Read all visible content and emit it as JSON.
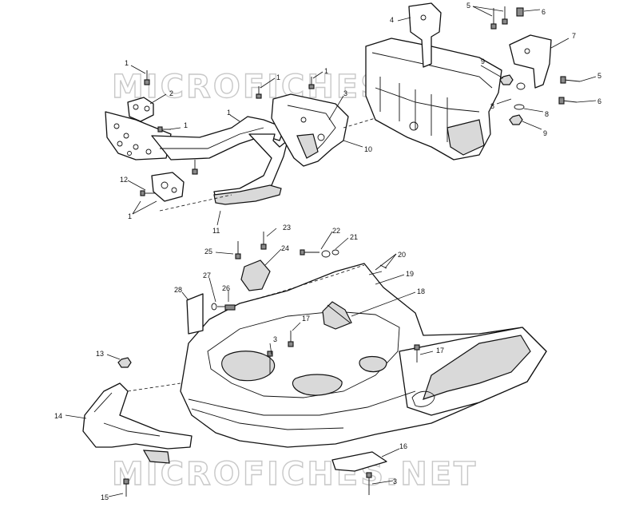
{
  "watermark": {
    "top": "MICROFICHES.NET",
    "bottom": "MICROFICHES.NET"
  },
  "callouts": {
    "c1a": "1",
    "c1b": "1",
    "c1c": "1",
    "c1d": "1",
    "c1e": "1",
    "c1f": "1",
    "c2": "2",
    "c3a": "3",
    "c3b": "3",
    "c3c": "3",
    "c4": "4",
    "c5a": "5",
    "c5b": "5",
    "c6a": "6",
    "c6b": "6",
    "c7": "7",
    "c8a": "8",
    "c8b": "8",
    "c9a": "9",
    "c9b": "9",
    "c10": "10",
    "c11": "11",
    "c12": "12",
    "c13": "13",
    "c14": "14",
    "c15": "15",
    "c16": "16",
    "c17a": "17",
    "c17b": "17",
    "c18": "18",
    "c19": "19",
    "c20": "20",
    "c21": "21",
    "c22": "22",
    "c23": "23",
    "c24": "24",
    "c25": "25",
    "c26": "26",
    "c27": "27",
    "c28": "28"
  }
}
